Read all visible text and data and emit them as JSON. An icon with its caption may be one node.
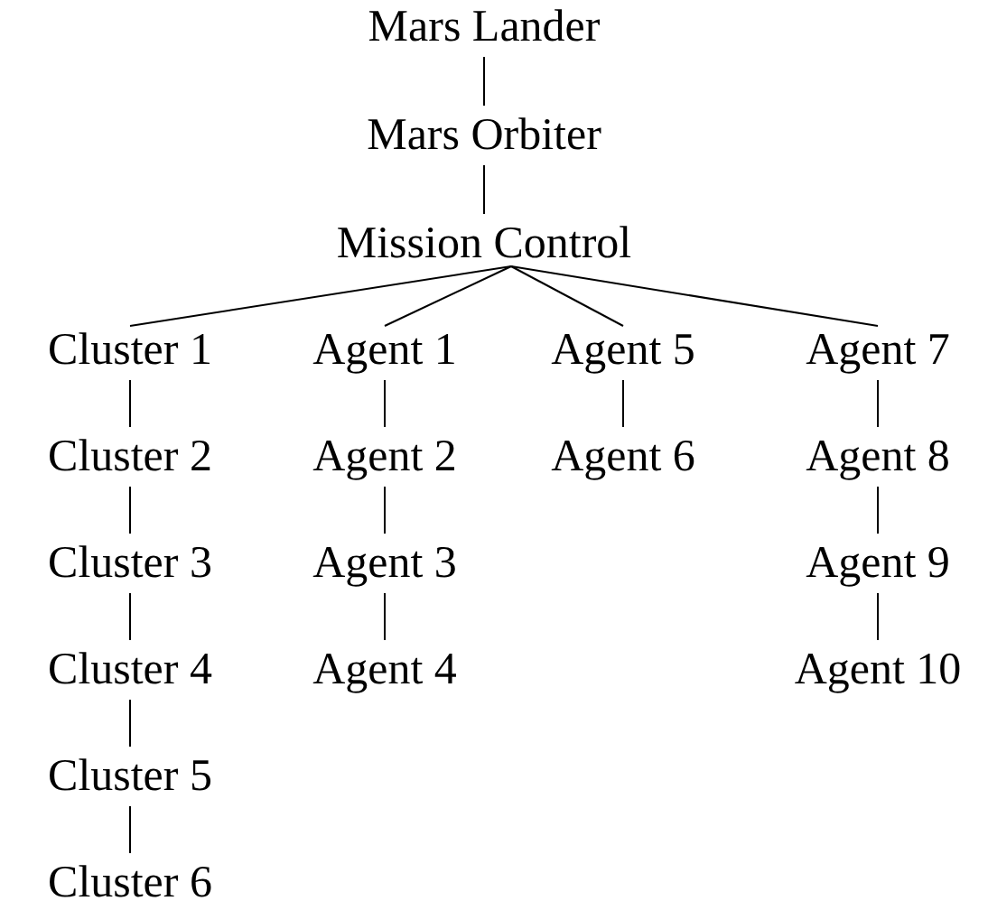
{
  "diagram": {
    "nodes": [
      {
        "text": [
          "Mars Lander"
        ]
      },
      {
        "text": [
          "Mars Orbiter"
        ]
      },
      {
        "text": [
          "Mission Control"
        ]
      },
      {
        "text": [
          "Cluster 1"
        ]
      },
      {
        "text": [
          "Agent 1"
        ]
      },
      {
        "text": [
          "Agent 5"
        ]
      },
      {
        "text": [
          "Agent 7"
        ]
      },
      {
        "text": [
          "Cluster 2"
        ]
      },
      {
        "text": [
          "Agent 2"
        ]
      },
      {
        "text": [
          "Agent 6"
        ]
      },
      {
        "text": [
          "Agent 8"
        ]
      },
      {
        "text": [
          "Cluster 3"
        ]
      },
      {
        "text": [
          "Agent 3"
        ]
      },
      {
        "text": [
          "Agent 9"
        ]
      },
      {
        "text": [
          "Cluster 4"
        ]
      },
      {
        "text": [
          "Agent 4"
        ]
      },
      {
        "text": [
          "Agent 10"
        ]
      },
      {
        "text": [
          "Cluster 5"
        ]
      },
      {
        "text": [
          "Cluster 6"
        ]
      }
    ],
    "edges": [
      {
        "from": 0,
        "to": 1,
        "arrow": "none"
      },
      {
        "from": 1,
        "to": 2,
        "arrow": "none"
      },
      {
        "from": 2,
        "to": 3,
        "arrow": "none"
      },
      {
        "from": 2,
        "to": 4,
        "arrow": "none"
      },
      {
        "from": 2,
        "to": 5,
        "arrow": "none"
      },
      {
        "from": 2,
        "to": 6,
        "arrow": "none"
      },
      {
        "from": 3,
        "to": 7,
        "arrow": "none"
      },
      {
        "from": 7,
        "to": 11,
        "arrow": "none"
      },
      {
        "from": 11,
        "to": 14,
        "arrow": "none"
      },
      {
        "from": 14,
        "to": 17,
        "arrow": "none"
      },
      {
        "from": 17,
        "to": 18,
        "arrow": "none"
      },
      {
        "from": 4,
        "to": 8,
        "arrow": "none"
      },
      {
        "from": 8,
        "to": 12,
        "arrow": "none"
      },
      {
        "from": 12,
        "to": 15,
        "arrow": "none"
      },
      {
        "from": 5,
        "to": 9,
        "arrow": "none"
      },
      {
        "from": 6,
        "to": 10,
        "arrow": "none"
      },
      {
        "from": 10,
        "to": 13,
        "arrow": "none"
      },
      {
        "from": 13,
        "to": 16,
        "arrow": "none"
      }
    ]
  }
}
